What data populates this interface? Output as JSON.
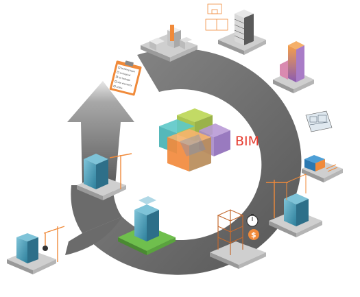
{
  "center": {
    "label": "BIM",
    "colors": [
      "#5cc8c8",
      "#b7d44a",
      "#f4a04d",
      "#a78ac9",
      "#6a8cc7"
    ]
  },
  "cycle": {
    "ring_color": "#6b6b6b",
    "arrow_color": "#6b6b6b",
    "stages": [
      {
        "name": "programming-checklist",
        "icon": "clipboard-icon"
      },
      {
        "name": "site-massing",
        "icon": "massing-model-icon"
      },
      {
        "name": "conceptual-design",
        "icon": "sketch-tower-icon"
      },
      {
        "name": "design-development",
        "icon": "orange-tower-icon"
      },
      {
        "name": "documentation",
        "icon": "blueprint-icon"
      },
      {
        "name": "fabrication",
        "icon": "prefab-module-icon"
      },
      {
        "name": "construction",
        "icon": "crane-building-icon"
      },
      {
        "name": "construction-logistics",
        "icon": "steel-frame-icon"
      },
      {
        "name": "operation-maintenance",
        "icon": "landscaped-building-icon"
      },
      {
        "name": "renovation",
        "icon": "crane-glass-building-icon"
      },
      {
        "name": "demolition",
        "icon": "demolition-icon"
      }
    ]
  },
  "checklist": {
    "lines": [
      "building type",
      "ecological",
      "lot footage",
      "site elements",
      "utility"
    ]
  },
  "cost_symbol": "$"
}
